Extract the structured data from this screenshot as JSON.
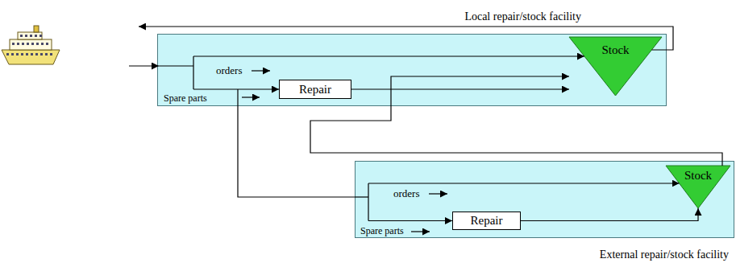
{
  "diagram": {
    "nodes": [
      {
        "text": [
          "Local repair/stock facility"
        ]
      },
      {
        "text": [
          "Repair"
        ],
        "in": 0
      },
      {
        "text": [
          "Stock"
        ],
        "in": 0
      },
      {
        "text": [
          "External repair/stock facility"
        ]
      },
      {
        "text": [
          "Repair"
        ],
        "in": 3
      },
      {
        "text": [
          "Stock"
        ],
        "in": 3
      }
    ],
    "edges": [
      {
        "from": 1,
        "to": 2,
        "arrow": "to"
      },
      {
        "from": 4,
        "to": 5,
        "arrow": "to"
      },
      {
        "from": 5,
        "to": 2,
        "arrow": "to"
      },
      {
        "from": 0,
        "to": 3,
        "arrow": "none"
      }
    ],
    "labels": [
      "orders",
      "Spare parts",
      "orders",
      "Spare parts"
    ]
  }
}
